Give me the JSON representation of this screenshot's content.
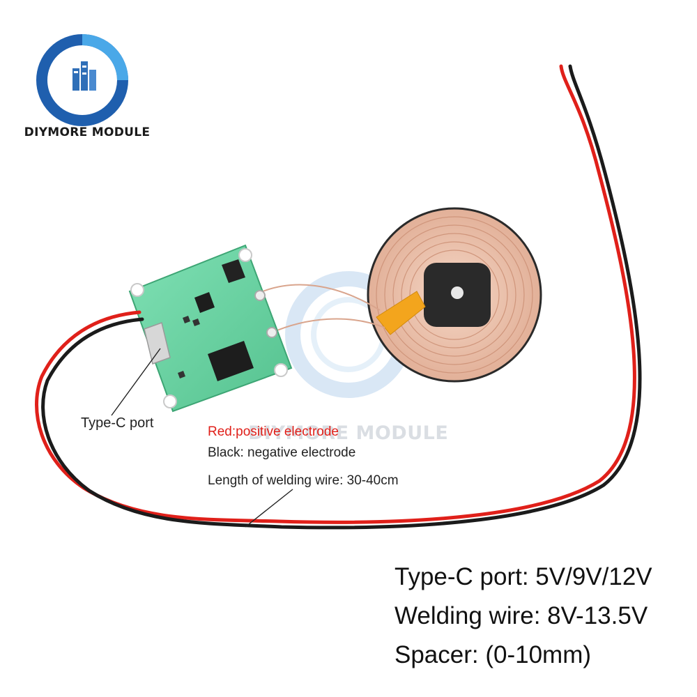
{
  "brand": {
    "name": "DIYMORE MODULE",
    "logo_colors": {
      "ring_outer": "#1f5fae",
      "ring_inner": "#4aa8e8",
      "building": "#2f6fb8"
    }
  },
  "watermark": {
    "text": "DIYMORE MODULE"
  },
  "callouts": {
    "typec_port": "Type-C port",
    "red_wire": "Red:positive electrode",
    "black_wire": "Black: negative electrode",
    "wire_length": "Length of welding wire: 30-40cm"
  },
  "specs": [
    {
      "text": "Type-C port: 5V/9V/12V"
    },
    {
      "text": "Welding wire: 8V-13.5V"
    },
    {
      "text": "Spacer: (0-10mm)"
    }
  ],
  "colors": {
    "pcb": "#6fd4a6",
    "coil_copper": "#e7b9a0",
    "coil_core": "#2a2a2a",
    "flex_tape": "#f3a51d",
    "wire_red": "#e0201a",
    "wire_black": "#1b1b1b",
    "red_label": "#e0201a"
  }
}
